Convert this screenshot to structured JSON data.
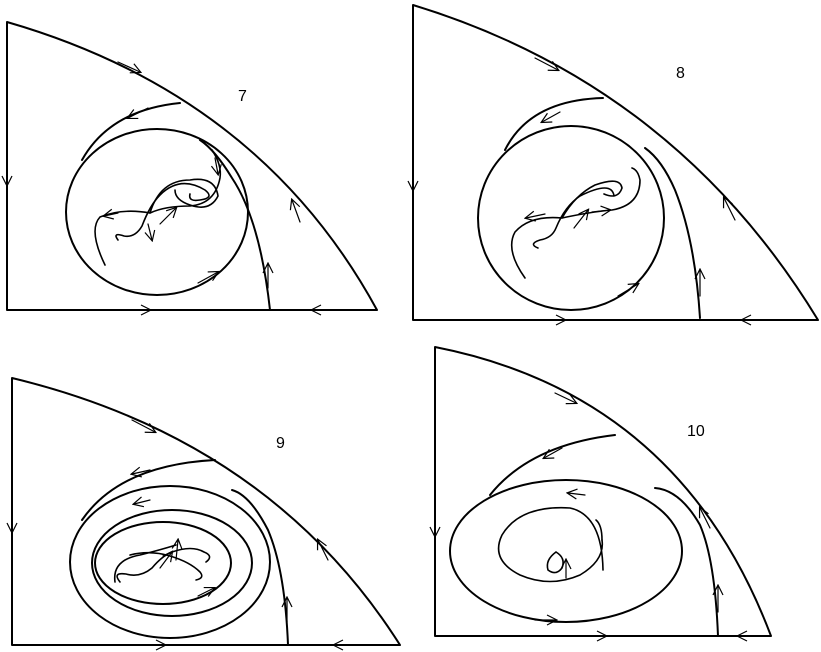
{
  "panels": [
    {
      "id": "panel-7",
      "label": "7"
    },
    {
      "id": "panel-8",
      "label": "8"
    },
    {
      "id": "panel-9",
      "label": "9"
    },
    {
      "id": "panel-10",
      "label": "10"
    }
  ]
}
